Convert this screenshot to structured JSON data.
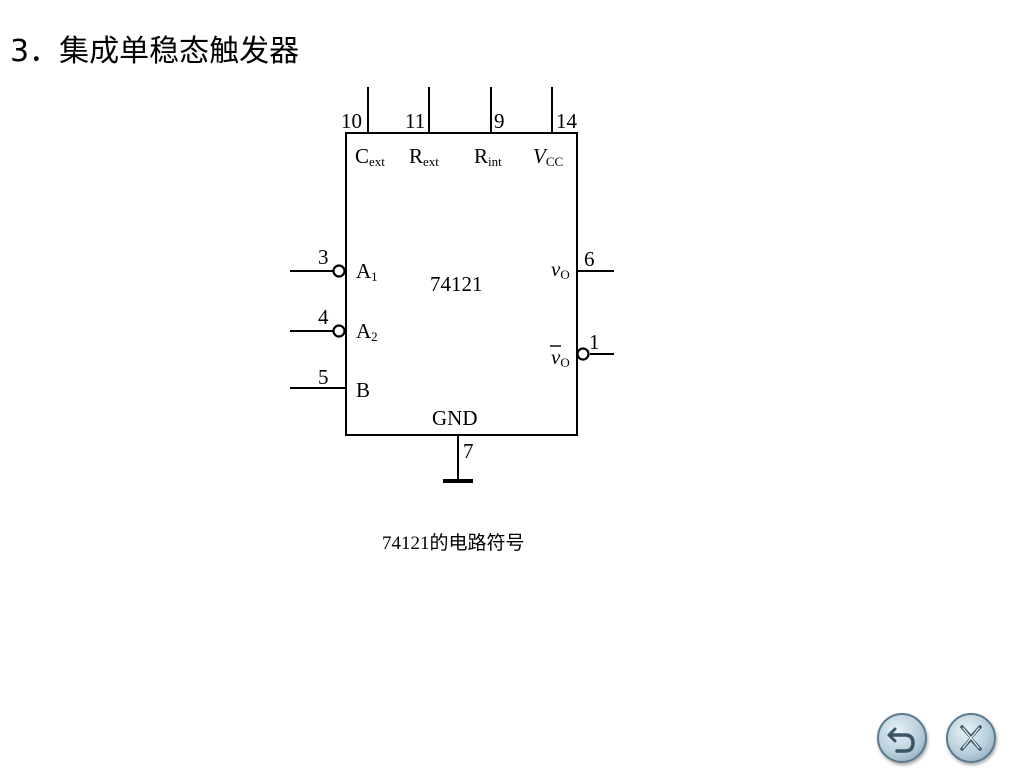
{
  "title": "3．集成单稳态触发器",
  "chip": {
    "name": "74121",
    "top_pins": [
      {
        "number": "10",
        "label": "C",
        "sub": "ext"
      },
      {
        "number": "11",
        "label": "R",
        "sub": "ext"
      },
      {
        "number": "9",
        "label": "R",
        "sub": "int"
      },
      {
        "number": "14",
        "label": "V",
        "sub": "CC"
      }
    ],
    "left_pins": [
      {
        "number": "3",
        "label": "A",
        "sub": "1"
      },
      {
        "number": "4",
        "label": "A",
        "sub": "2"
      },
      {
        "number": "5",
        "label": "B",
        "sub": ""
      }
    ],
    "right_pins": [
      {
        "number": "6",
        "label": "v",
        "sub": "O"
      },
      {
        "number": "1",
        "label": "v",
        "sub": "O"
      }
    ],
    "bottom_pin": {
      "number": "7",
      "label": "GND"
    }
  },
  "caption": "74121的电路符号",
  "nav": {
    "back_icon": "back-arrow-icon",
    "close_icon": "close-x-icon"
  }
}
